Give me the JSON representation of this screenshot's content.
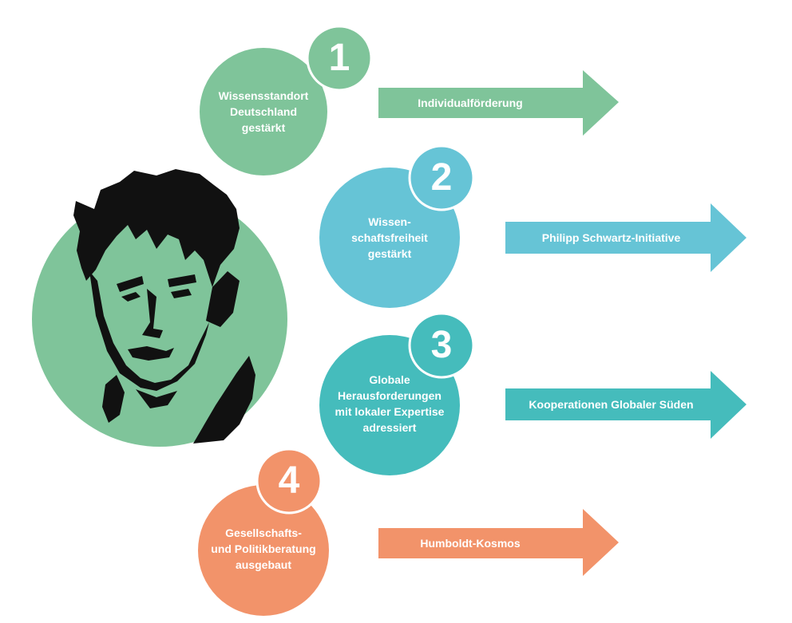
{
  "colors": {
    "green": "#7fc49a",
    "blue": "#66c4d6",
    "teal": "#45bcbc",
    "orange": "#f2936a",
    "portrait_ink": "#111111",
    "text": "#ffffff",
    "badge_border": "#ffffff"
  },
  "portrait": {
    "icon": "humboldt-portrait-icon"
  },
  "goals": [
    {
      "number": "1",
      "lines": [
        "Wissensstandort",
        "Deutschland",
        "gestärkt"
      ],
      "arrow_label": "Individualförderung",
      "color": "green"
    },
    {
      "number": "2",
      "lines": [
        "Wissen-",
        "schaftsfreiheit",
        "gestärkt"
      ],
      "arrow_label": "Philipp Schwartz-Initiative",
      "color": "blue"
    },
    {
      "number": "3",
      "lines": [
        "Globale",
        "Herausforderungen",
        "mit lokaler Expertise",
        "adressiert"
      ],
      "arrow_label": "Kooperationen Globaler Süden",
      "color": "teal"
    },
    {
      "number": "4",
      "lines": [
        "Gesellschafts-",
        "und Politikberatung",
        "ausgebaut"
      ],
      "arrow_label": "Humboldt-Kosmos",
      "color": "orange"
    }
  ]
}
